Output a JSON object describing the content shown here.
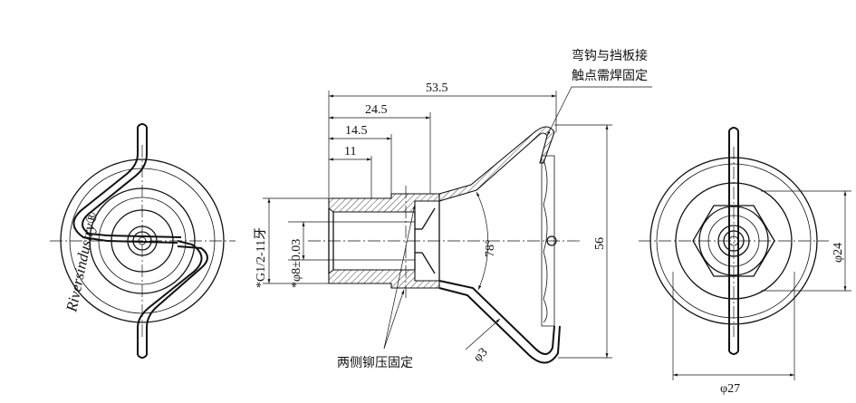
{
  "dimensions": {
    "overall_length": "53.5",
    "length_1": "24.5",
    "length_2": "14.5",
    "length_3": "11",
    "thread": "*G1/2-11牙",
    "orifice": "*φ8±0.03",
    "angle": "78°",
    "height": "56",
    "wire": "φ3",
    "diameter_outer": "φ27",
    "diameter_inner": "φ24"
  },
  "notes": {
    "weld_line1": "弯钩与挡板接",
    "weld_line2": "触点需焊固定",
    "rivet": "两侧铆压固定"
  },
  "watermark": "Riversindustry®"
}
